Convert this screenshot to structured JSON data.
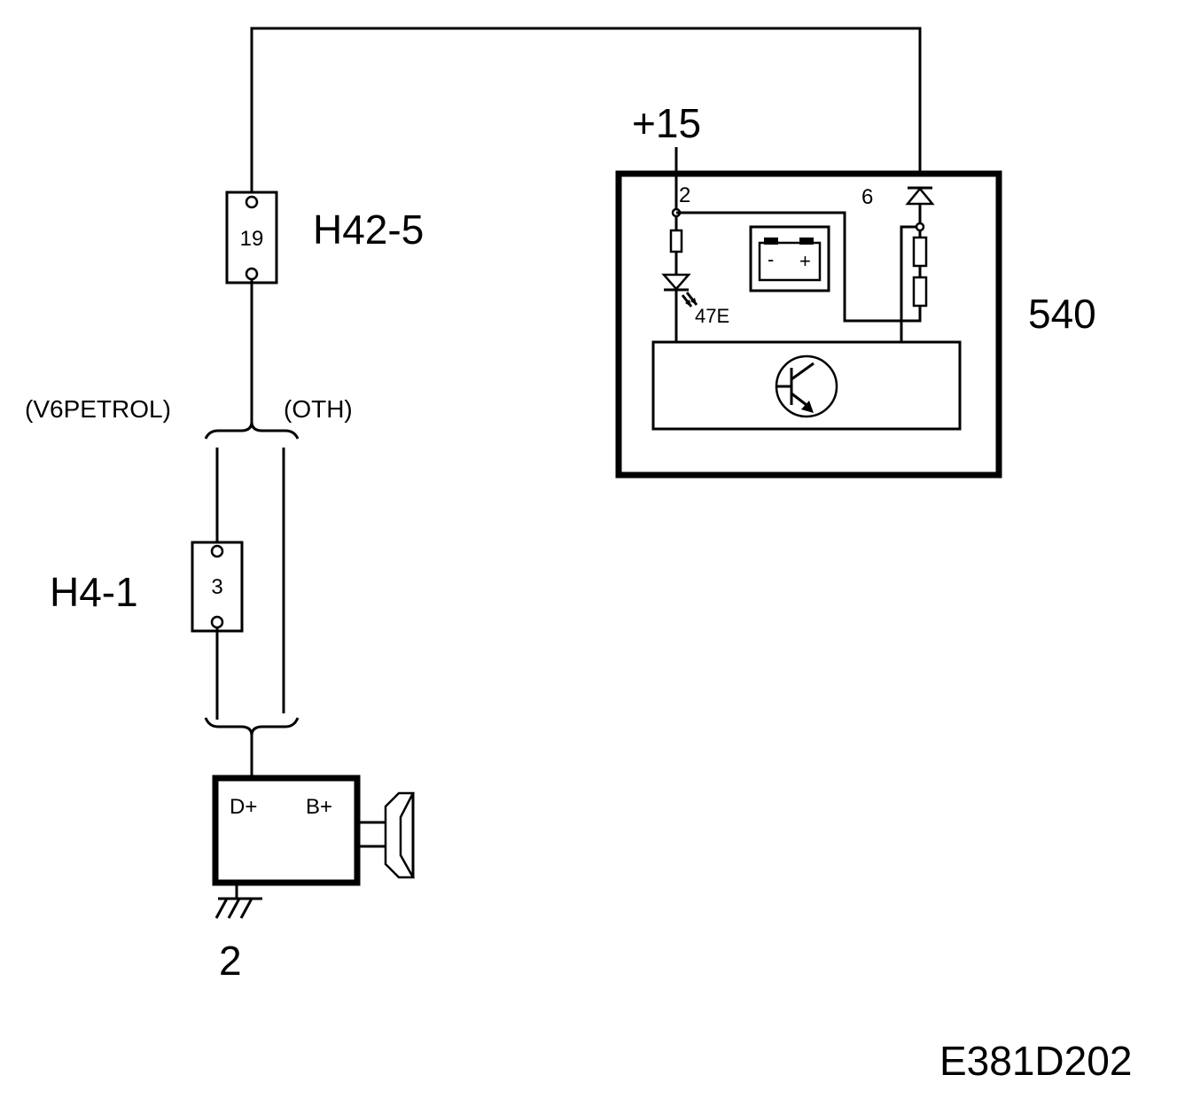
{
  "connectors": {
    "h42": {
      "label": "H42-5",
      "pin": "19"
    },
    "h4": {
      "label": "H4-1",
      "pin": "3"
    }
  },
  "variants": {
    "left": "(V6PETROL)",
    "right": "(OTH)"
  },
  "module": {
    "id": "540",
    "supply": "+15",
    "pin_left": "2",
    "pin_right": "6",
    "lamp": "47E",
    "battery_minus": "-",
    "battery_plus": "+"
  },
  "generator": {
    "terminal_d": "D+",
    "terminal_b": "B+",
    "ground_id": "2"
  },
  "figure_id": "E381D202"
}
